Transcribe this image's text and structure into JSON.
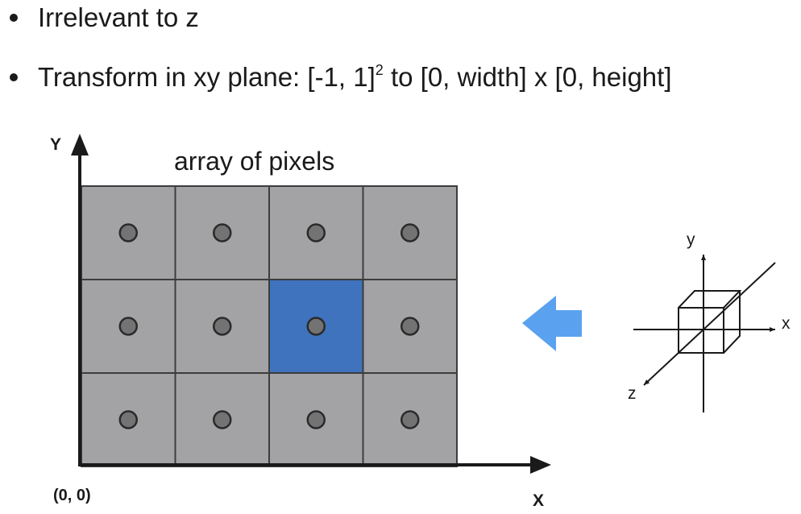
{
  "bullets": [
    {
      "text": "Irrelevant to z"
    },
    {
      "pre": "Transform in xy plane: [-1, 1]",
      "sup": "2",
      "post": " to [0, width] x [0, height]"
    }
  ],
  "diagram": {
    "y_axis_label": "Y",
    "x_axis_label": "X",
    "origin_label": "(0, 0)",
    "grid_title": "array of pixels",
    "grid": {
      "rows": 3,
      "cols": 4,
      "highlighted": {
        "row": 1,
        "col": 2
      }
    },
    "colors": {
      "cell": "#a3a3a6",
      "cell_border": "#3c3c3c",
      "highlight": "#3f73bd",
      "pixel_dot": "#737373",
      "arrow": "#5aa2f0"
    },
    "axes3d": {
      "x_label": "x",
      "y_label": "y",
      "z_label": "z"
    }
  }
}
